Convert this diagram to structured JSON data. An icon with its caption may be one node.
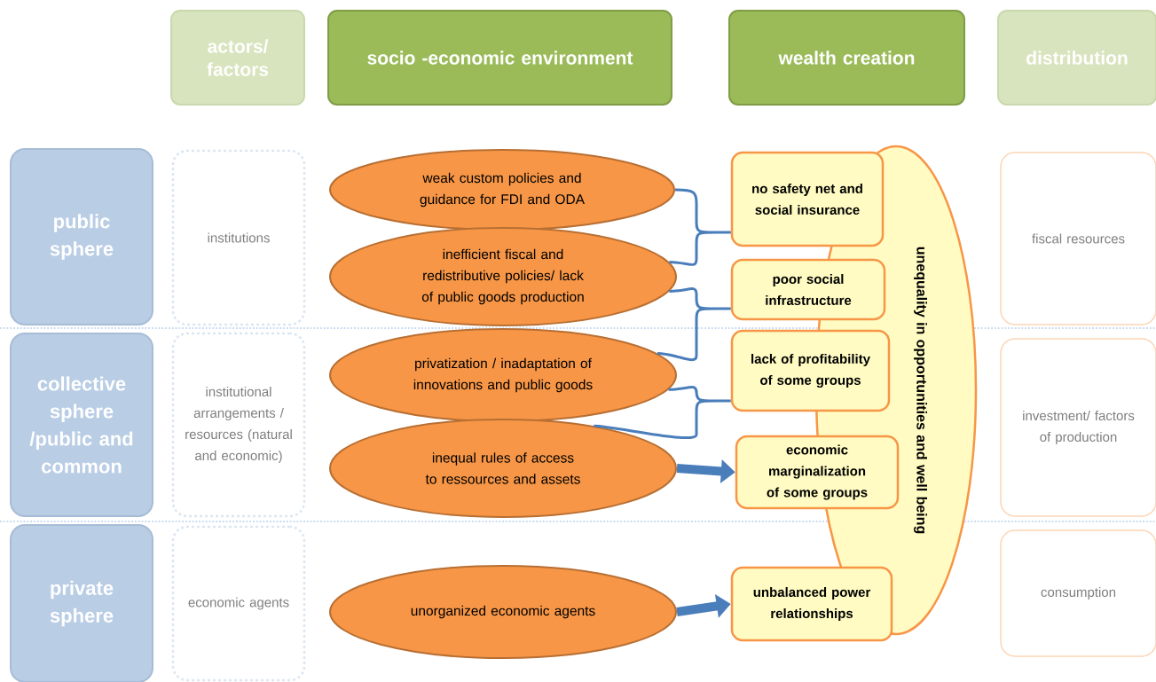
{
  "diagram": {
    "nodes": [
      {
        "text": [
          "actors/ factors"
        ]
      },
      {
        "text": [
          "socio -economic environment"
        ]
      },
      {
        "text": [
          "wealth creation"
        ]
      },
      {
        "text": [
          "distribution"
        ]
      },
      {
        "text": [
          "public sphere"
        ]
      },
      {
        "text": [
          "collective sphere /public and common"
        ]
      },
      {
        "text": [
          "private sphere"
        ]
      },
      {
        "text": [
          "institutions"
        ]
      },
      {
        "text": [
          "institutional arrangements / resources (natural and economic)"
        ]
      },
      {
        "text": [
          "economic agents"
        ]
      },
      {
        "text": [
          "weak custom policies and guidance for FDI and ODA"
        ]
      },
      {
        "text": [
          "inefficient fiscal and redistributive policies/ lack of public goods production"
        ]
      },
      {
        "text": [
          "privatization / inadaptation of innovations and public goods"
        ]
      },
      {
        "text": [
          "inequal rules of access to ressources and assets"
        ]
      },
      {
        "text": [
          "unorganized economic agents"
        ]
      },
      {
        "text": [
          "unequality in opportunities and well being"
        ]
      },
      {
        "text": [
          "no safety net and social insurance"
        ]
      },
      {
        "text": [
          "poor social infrastructure"
        ]
      },
      {
        "text": [
          "lack of profitability of some groups"
        ]
      },
      {
        "text": [
          "economic marginalization of some groups"
        ]
      },
      {
        "text": [
          "unbalanced power relationships"
        ]
      },
      {
        "text": [
          "fiscal resources"
        ]
      },
      {
        "text": [
          "investment/ factors of production"
        ]
      },
      {
        "text": [
          "consumption"
        ]
      }
    ],
    "edges": [
      {
        "from": 10,
        "to": 16,
        "arrow": "none"
      },
      {
        "from": 11,
        "to": 16,
        "arrow": "none"
      },
      {
        "from": 11,
        "to": 17,
        "arrow": "none"
      },
      {
        "from": 12,
        "to": 17,
        "arrow": "none"
      },
      {
        "from": 12,
        "to": 18,
        "arrow": "none"
      },
      {
        "from": 13,
        "to": 18,
        "arrow": "none"
      },
      {
        "from": 13,
        "to": 19,
        "arrow": "to",
        "style": "thick"
      },
      {
        "from": 14,
        "to": 20,
        "arrow": "to",
        "style": "thick"
      }
    ]
  }
}
